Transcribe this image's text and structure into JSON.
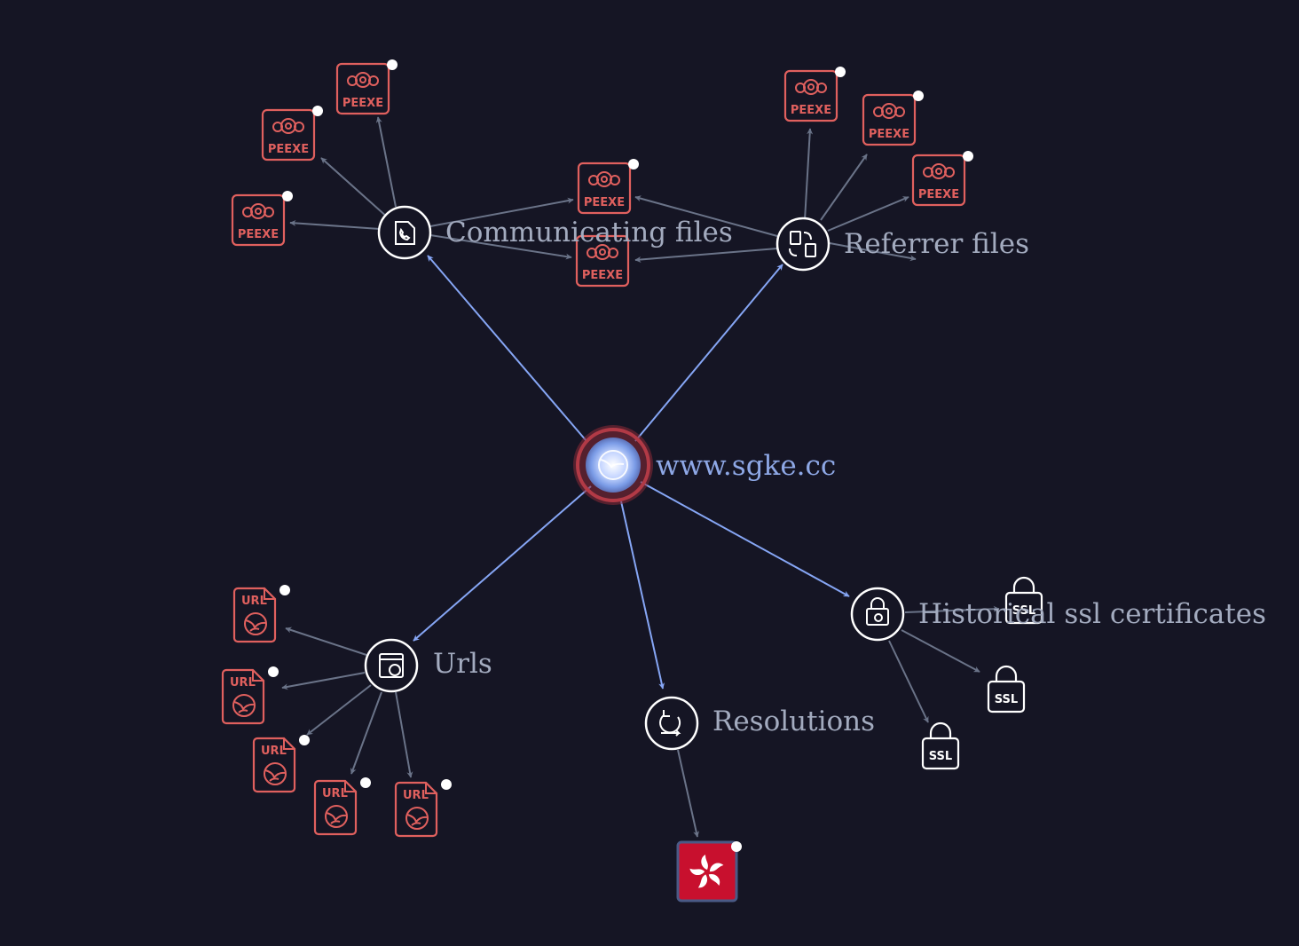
{
  "root": {
    "label": "www.sgke.cc",
    "icon": "globe-icon"
  },
  "groups": {
    "communicating_files": {
      "label": "Communicating files",
      "icon": "file-phone-icon"
    },
    "referrer_files": {
      "label": "Referrer files",
      "icon": "file-swap-icon"
    },
    "urls": {
      "label": "Urls",
      "icon": "url-browser-icon"
    },
    "resolutions": {
      "label": "Resolutions",
      "icon": "refresh-arrow-icon"
    },
    "historical_ssl": {
      "label": "Historical ssl certificates",
      "icon": "lock-refresh-icon"
    }
  },
  "badges": {
    "peexe": "PEEXE",
    "url": "URL",
    "ssl": "SSL"
  },
  "colors": {
    "background": "#151524",
    "malicious": "#e0605e",
    "edge_primary": "#86a6f5",
    "edge_secondary": "#6a7388",
    "node_ring": "#ffffff",
    "flag_red": "#c8102e"
  },
  "leaf_icons": {
    "peexe": "gear-file-icon",
    "url": "globe-file-icon",
    "ssl": "padlock-icon",
    "flag": "hong-kong-flag-icon"
  }
}
